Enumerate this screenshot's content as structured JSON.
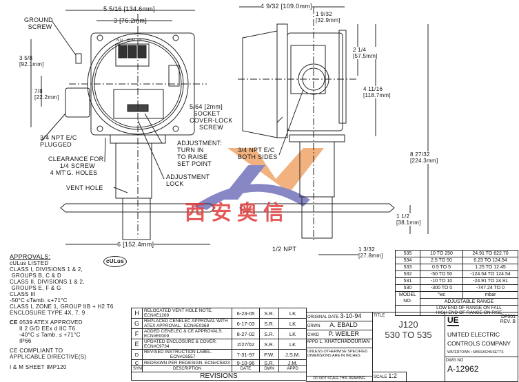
{
  "front_view": {
    "dim_width": "5 5/16 [134.6mm]",
    "dim_holes": "3 [76.2mm]",
    "dim_height": "3 5/8\n[92.1mm]",
    "dim_offset": "7/8\n[22.2mm]",
    "ground_screw": "GROUND\n  SCREW",
    "npt_plugged": "3/4 NPT E/C\nPLUGGED",
    "clearance": "CLEARANCE FOR\n      1/4 SCREW\n 4 MT'G. HOLES",
    "vent_hole": "VENT HOLE",
    "adjustment": "ADJUSTMENT:\nTURN IN\nTO RAISE\nSET POINT",
    "adjustment_lock": "ADJUSTMENT\nLOCK",
    "dim_base": "6 [152.4mm]",
    "terminals": [
      "N.O.",
      "COM.",
      "N.C."
    ]
  },
  "side_view": {
    "dim_depth": "4 9/32 [109.0mm]",
    "dim_offset": "1 9/32\n[32.9mm]",
    "dim_upper": "2 1/4\n[57.5mm]",
    "dim_body": "4 11/16\n[118.7mm]",
    "dim_total": "8 27/32\n[224.3mm]",
    "dim_plate": "1 1/2\n[38.1mm]",
    "dim_port": "1 3/32\n[27.8mm]",
    "socket": "5/64 [2mm]\n  SOCKET\nCOVER-LOCK\n     SCREW",
    "npt_both": "3/4 NPT E/C\nBOTH SIDES",
    "half_npt": "1/2 NPT"
  },
  "approvals": {
    "heading": "APPROVALS:",
    "lines": [
      "cULus LISTED",
      "CLASS I, DIVISIONS 1 & 2,",
      " GROUPS B, C & D",
      "CLASS II, DIVISIONS 1 & 2,",
      " GROUPS E, F & G",
      "CLASS III",
      "-50°C ≤Tamb. ≤+71°C",
      "CLASS I, ZONE 1, GROUP IIB + H2 T6",
      "ENCLOSURE TYPE 4X, 7, 9"
    ],
    "atex": [
      "0539 ATEX APPROVED",
      "II 2 G/D EEx d IIC T6",
      "-40°C ≤ Tamb. ≤ +71°C",
      "IP66"
    ],
    "ce": "CE COMPLIANT TO\nAPPLICABLE DIRECTIVE(S)",
    "im_sheet": "I & M SHEET IMP120",
    "ul_mark": "cULus",
    "ce_mark": "CE"
  },
  "revisions": {
    "title": "REVISIONS",
    "headers": [
      "SYM",
      "DESCRIPTION",
      "DATE",
      "DWN",
      "APPD"
    ],
    "rows": [
      [
        "H",
        "RELOCATED VENT HOLE NOTE.\nECN#E1269",
        "6-23-05",
        "S.R.",
        "LK"
      ],
      [
        "G",
        "REPLACED CENELEC APPROVAL WITH\nATEX APPROVAL.  ECN#E0368",
        "6-17-03",
        "S.R.",
        "LK"
      ],
      [
        "F",
        "ADDED CENELEC & CE APPROVALS.\nECN#E0009",
        "8-27-02",
        "S.R.",
        "LK"
      ],
      [
        "E",
        "UPDATED ENCLOSURE & COVER.\nECN#C9734",
        "2/27/02",
        "S.R.",
        "LK"
      ],
      [
        "D",
        "REVISED INSTRUCTION LABEL.\n                     ECN#C6557",
        "7-31-97",
        "P.W.",
        "J.S.M."
      ],
      [
        "C",
        "REDRAWN PER REDESIGN. ECN#C5823",
        "9-10-96",
        "S.R.",
        "J.M."
      ]
    ]
  },
  "signoff": {
    "original_date_label": "ORIGINAL DATE",
    "original_date": "3-10-94",
    "drwn_label": "DRWN",
    "drwn": "A. EBALD",
    "chkd_label": "CHKD",
    "chkd": "P. WEILER",
    "appd_label": "APPD",
    "appd": "L. KHATCHADOURIAN",
    "note": "UNLESS OTHERWISE SPECIFIED\nDIMENSIONS ARE IN INCHES",
    "no_scale": "DO NOT SCALE THIS DRAWING"
  },
  "title_block": {
    "title_label": "TITLE",
    "title": "J120\n530 TO 535",
    "scale_label": "SCALE",
    "scale": "1:2",
    "logo": "UE",
    "df": "DF001",
    "rev": "REV. B",
    "company": "UNITED ELECTRIC\nCONTROLS COMPANY",
    "location": "WATERTOWN • MASSACHUSETTS",
    "dwg_label": "DWG NO",
    "dwg_no": "A-12962"
  },
  "range_table": {
    "rows": [
      [
        "535",
        "10 TO 250",
        "24.91 TO 622.70"
      ],
      [
        "534",
        "2.5 TO 50",
        "6.23 TO 124.54"
      ],
      [
        "533",
        "0.5 TO 5",
        "1.25 TO 12.45"
      ],
      [
        "532",
        "-50 TO 50",
        "-124.54 TO 124.54"
      ],
      [
        "531",
        "-10 TO 10",
        "-24.91 TO 24.91"
      ],
      [
        "530",
        "-300 TO 0",
        "-747.24 TO 0"
      ]
    ],
    "model": "MODEL",
    "no": "NO.",
    "unit_wc": "\"wc",
    "unit_mbar": "mbar",
    "adjustable": "ADJUSTABLE RANGE",
    "note": "LOW END OF RANGE ON FALL\nHIGH END OF RANGE ON RISE"
  },
  "watermark": "西安奥信"
}
